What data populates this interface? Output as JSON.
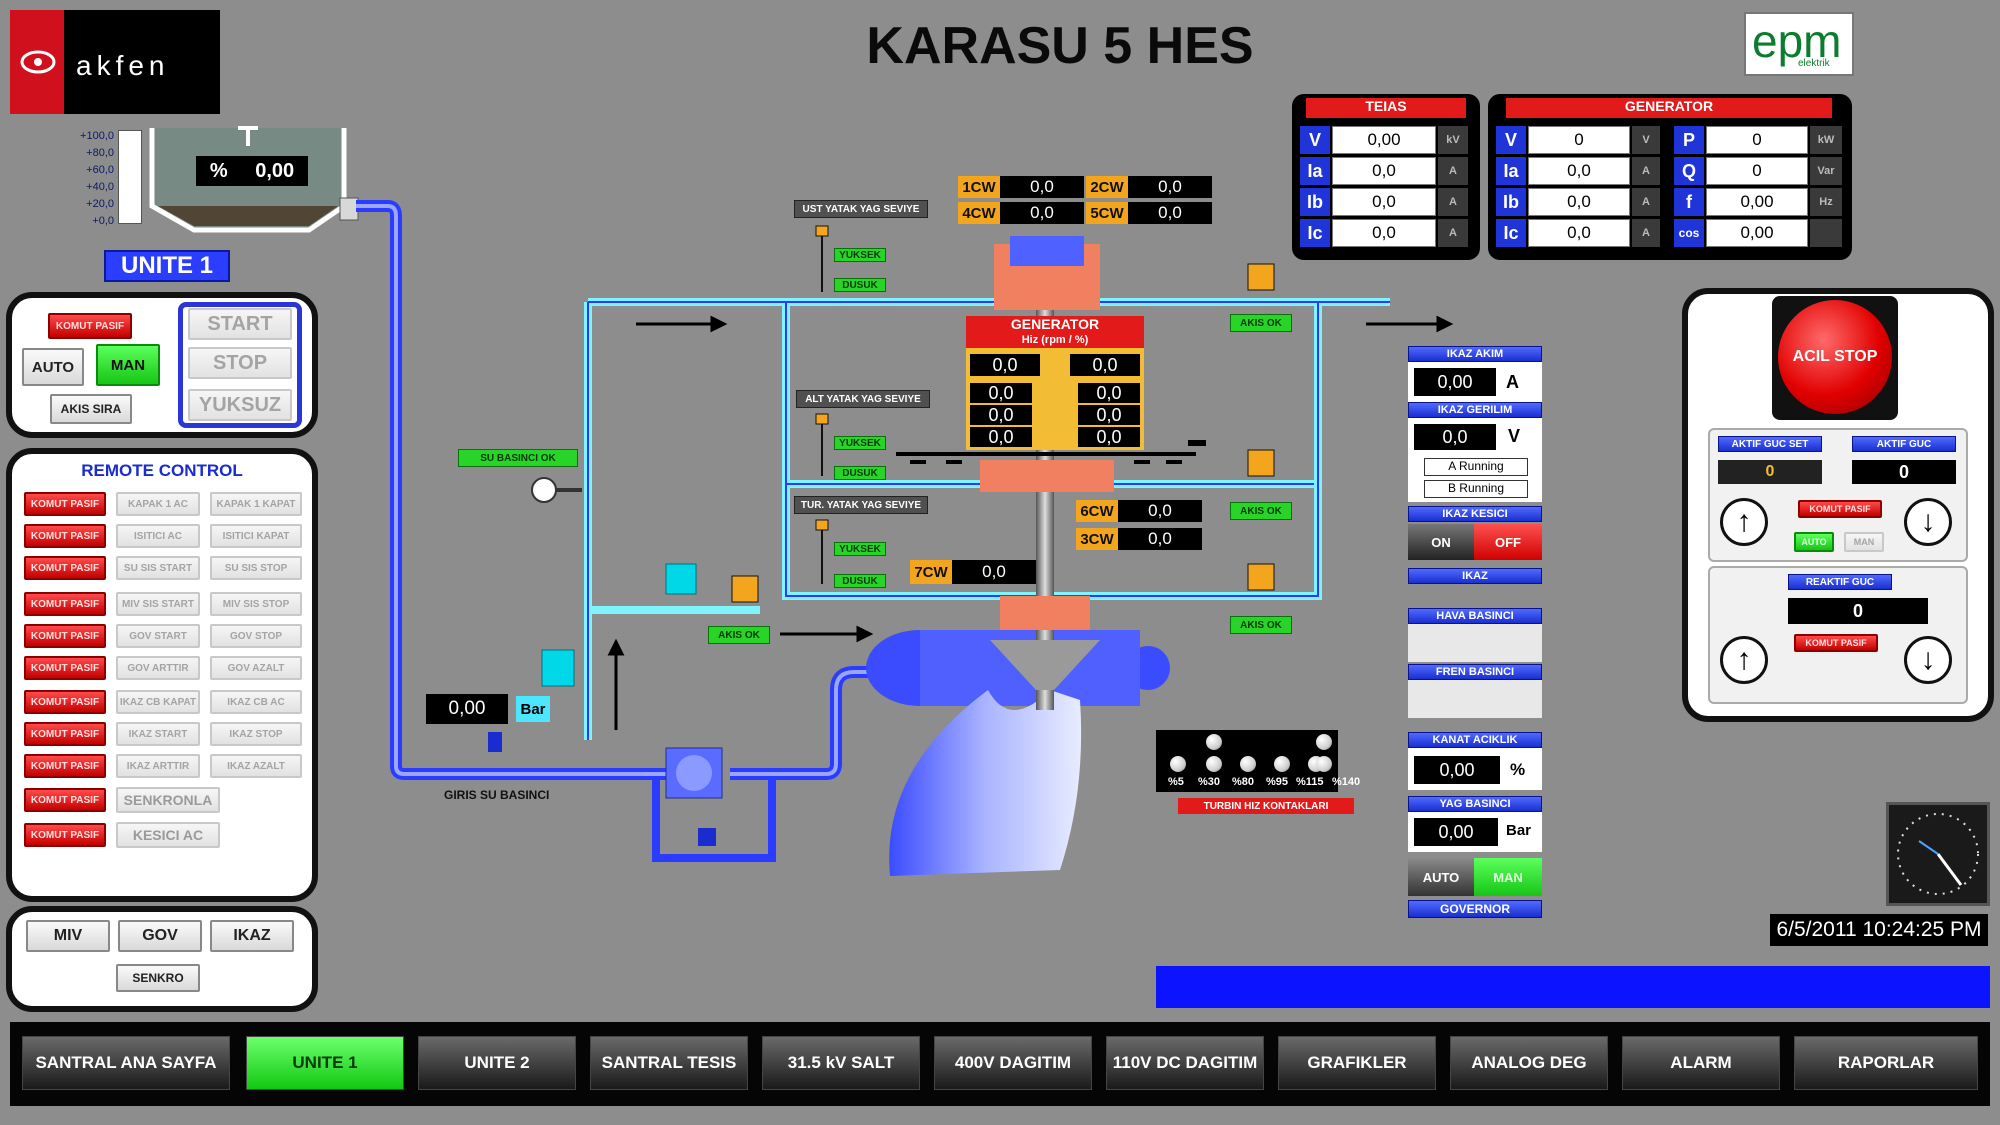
{
  "title": "KARASU 5 HES",
  "logo_left": "akfen",
  "logo_right": "epm",
  "logo_right_sub": "elektrik",
  "reservoir": {
    "scale": [
      "+100,0",
      "+80,0",
      "+60,0",
      "+40,0",
      "+20,0",
      "+0,0"
    ],
    "pct_symbol": "%",
    "value": "0,00",
    "level_fraction": 0.0
  },
  "unit_label": "UNITE 1",
  "control": {
    "komut_pasif": "KOMUT PASIF",
    "auto": "AUTO",
    "man": "MAN",
    "akis_sira": "AKIS SIRA",
    "start": "START",
    "stop": "STOP",
    "yuksuz": "YUKSUZ"
  },
  "remote": {
    "title": "REMOTE CONTROL",
    "rows": [
      {
        "status": "KOMUT PASIF",
        "a": "KAPAK 1 AC",
        "b": "KAPAK 1 KAPAT"
      },
      {
        "status": "KOMUT PASIF",
        "a": "ISITICI AC",
        "b": "ISITICI KAPAT"
      },
      {
        "status": "KOMUT PASIF",
        "a": "SU SIS START",
        "b": "SU SIS STOP"
      },
      {
        "status": "KOMUT PASIF",
        "a": "MIV SIS START",
        "b": "MIV SIS STOP"
      },
      {
        "status": "KOMUT PASIF",
        "a": "GOV START",
        "b": "GOV STOP"
      },
      {
        "status": "KOMUT PASIF",
        "a": "GOV ARTTIR",
        "b": "GOV AZALT"
      },
      {
        "status": "KOMUT PASIF",
        "a": "IKAZ CB KAPAT",
        "b": "IKAZ CB AC"
      },
      {
        "status": "KOMUT PASIF",
        "a": "IKAZ START",
        "b": "IKAZ STOP"
      },
      {
        "status": "KOMUT PASIF",
        "a": "IKAZ ARTTIR",
        "b": "IKAZ AZALT"
      }
    ],
    "senkronla_status": "KOMUT PASIF",
    "senkronla": "SENKRONLA",
    "kesici_status": "KOMUT PASIF",
    "kesici_ac": "KESICI AC"
  },
  "bottom_left": {
    "miv": "MIV",
    "gov": "GOV",
    "ikaz": "IKAZ",
    "senkro": "SENKRO"
  },
  "teias": {
    "title": "TEIAS",
    "rows": [
      {
        "sym": "V",
        "val": "0,00",
        "unit": "kV"
      },
      {
        "sym": "Ia",
        "val": "0,0",
        "unit": "A"
      },
      {
        "sym": "Ib",
        "val": "0,0",
        "unit": "A"
      },
      {
        "sym": "Ic",
        "val": "0,0",
        "unit": "A"
      }
    ]
  },
  "generator_meas": {
    "title": "GENERATOR",
    "left": [
      {
        "sym": "V",
        "val": "0",
        "unit": "V"
      },
      {
        "sym": "Ia",
        "val": "0,0",
        "unit": "A"
      },
      {
        "sym": "Ib",
        "val": "0,0",
        "unit": "A"
      },
      {
        "sym": "Ic",
        "val": "0,0",
        "unit": "A"
      }
    ],
    "right": [
      {
        "sym": "P",
        "val": "0",
        "unit": "kW"
      },
      {
        "sym": "Q",
        "val": "0",
        "unit": "Var"
      },
      {
        "sym": "f",
        "val": "0,00",
        "unit": "Hz"
      },
      {
        "sym": "cos",
        "val": "0,00",
        "unit": ""
      }
    ]
  },
  "cw": [
    {
      "label": "1CW",
      "val": "0,0"
    },
    {
      "label": "2CW",
      "val": "0,0"
    },
    {
      "label": "4CW",
      "val": "0,0"
    },
    {
      "label": "5CW",
      "val": "0,0"
    },
    {
      "label": "6CW",
      "val": "0,0"
    },
    {
      "label": "3CW",
      "val": "0,0"
    },
    {
      "label": "7CW",
      "val": "0,0"
    }
  ],
  "oil": {
    "ust": "UST YATAK YAG SEVIYE",
    "alt": "ALT YATAK YAG SEVIYE",
    "tur": "TUR. YATAK YAG SEVIYE",
    "yuksek": "YUKSEK",
    "dusuk": "DUSUK"
  },
  "akis_ok": "AKIS OK",
  "su_basinci_ok": "SU BASINCI OK",
  "gen_block": {
    "title": "GENERATOR",
    "sub": "Hiz (rpm / %)",
    "values": [
      "0,0",
      "0,0",
      "0,0",
      "0,0",
      "0,0",
      "0,0",
      "0,0",
      "0,0"
    ]
  },
  "giris": {
    "value": "0,00",
    "unit": "Bar",
    "label": "GIRIS SU BASINCI"
  },
  "turbine_speed": {
    "labels": [
      "%5",
      "%30",
      "%80",
      "%95",
      "%115",
      "%140"
    ],
    "title": "TURBIN HIZ KONTAKLARI"
  },
  "ikaz": {
    "akim_label": "IKAZ AKIM",
    "akim": "0,00",
    "akim_unit": "A",
    "gerilim_label": "IKAZ GERILIM",
    "gerilim": "0,0",
    "gerilim_unit": "V",
    "a_running": "A Running",
    "b_running": "B Running",
    "kesici_label": "IKAZ KESICI",
    "on": "ON",
    "off": "OFF",
    "ikaz": "IKAZ"
  },
  "hava_basinci": "HAVA BASINCI",
  "fren_basinci": "FREN BASINCI",
  "kanat": {
    "label": "KANAT ACIKLIK",
    "val": "0,00",
    "unit": "%"
  },
  "yag_basinci": {
    "label": "YAG BASINCI",
    "val": "0,00",
    "unit": "Bar"
  },
  "governor": {
    "auto": "AUTO",
    "man": "MAN",
    "label": "GOVERNOR"
  },
  "right_panel": {
    "acil_stop": "ACIL STOP",
    "aktif_guc_set": "AKTIF GUC SET",
    "aktif_guc_set_val": "0",
    "aktif_guc": "AKTIF GUC",
    "aktif_guc_val": "0",
    "komut_pasif": "KOMUT PASIF",
    "auto": "AUTO",
    "man": "MAN",
    "reaktif_guc": "REAKTIF GUC",
    "reaktif_val": "0",
    "komut_pasif2": "KOMUT PASIF"
  },
  "datetime": "6/5/2011 10:24:25 PM",
  "nav": [
    "SANTRAL ANA SAYFA",
    "UNITE 1",
    "UNITE 2",
    "SANTRAL TESIS",
    "31.5 kV SALT",
    "400V DAGITIM",
    "110V DC DAGITIM",
    "GRAFIKLER",
    "ANALOG DEG",
    "ALARM",
    "RAPORLAR"
  ],
  "colors": {
    "background": "#8d8d8d",
    "pipe_blue": "#2a3cff",
    "pipe_cyan": "#7ff4ff",
    "active_green": "#16c516",
    "alarm_red": "#d40000"
  }
}
